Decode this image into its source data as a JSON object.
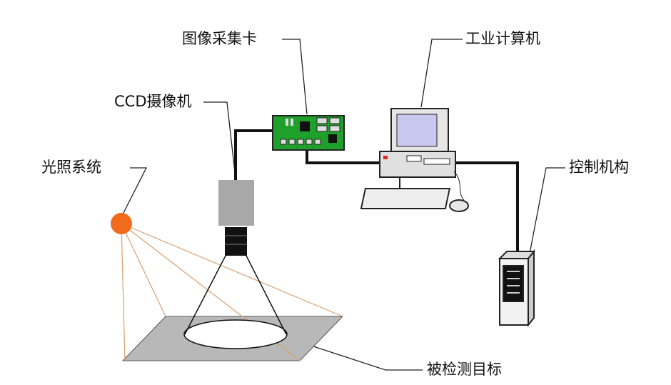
{
  "labels": {
    "capture_card": "图像采集卡",
    "industrial_computer": "工业计算机",
    "ccd_camera": "CCD摄像机",
    "lighting_system": "光照系统",
    "control_mechanism": "控制机构",
    "inspected_target": "被检测目标"
  },
  "colors": {
    "light_source": "#f26b1d",
    "circuit_board": "#1fa02a",
    "screen": "#c8c8f0",
    "plate": "#b8b8b8",
    "light_ray": "#d9a070"
  }
}
